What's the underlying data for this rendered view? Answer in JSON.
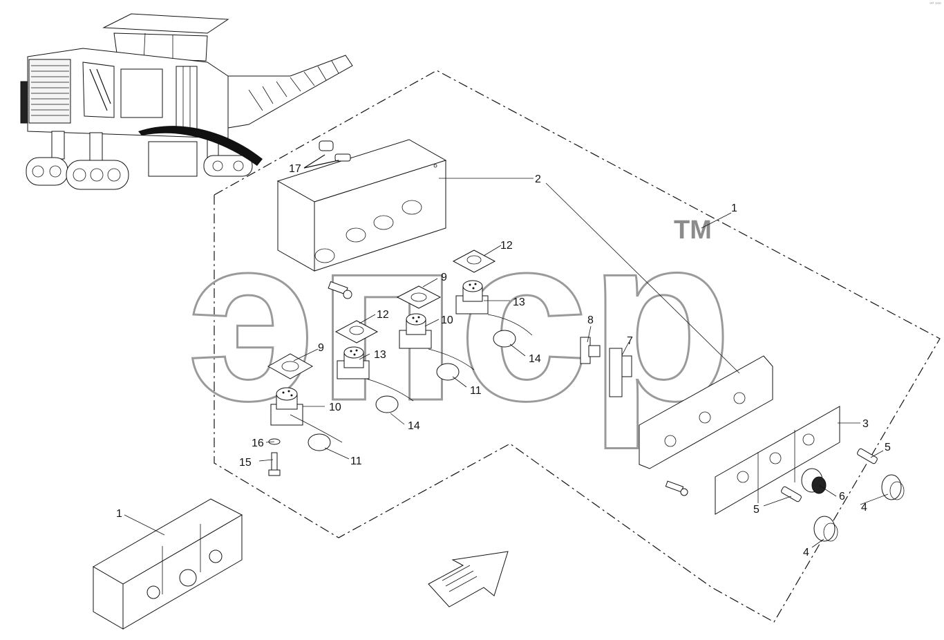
{
  "watermark": {
    "text": "эпср",
    "trademark": "TM"
  },
  "corner_mark": "ᵒ⁰ ᵒᵒᵒ",
  "callouts": [
    {
      "id": "c1a",
      "label": "1"
    },
    {
      "id": "c1b",
      "label": "1"
    },
    {
      "id": "c2",
      "label": "2"
    },
    {
      "id": "c3",
      "label": "3"
    },
    {
      "id": "c4a",
      "label": "4"
    },
    {
      "id": "c4b",
      "label": "4"
    },
    {
      "id": "c5a",
      "label": "5"
    },
    {
      "id": "c5b",
      "label": "5"
    },
    {
      "id": "c6",
      "label": "6"
    },
    {
      "id": "c7",
      "label": "7"
    },
    {
      "id": "c8",
      "label": "8"
    },
    {
      "id": "c9a",
      "label": "9"
    },
    {
      "id": "c9b",
      "label": "9"
    },
    {
      "id": "c10a",
      "label": "10"
    },
    {
      "id": "c10b",
      "label": "10"
    },
    {
      "id": "c11a",
      "label": "11"
    },
    {
      "id": "c11b",
      "label": "11"
    },
    {
      "id": "c12a",
      "label": "12"
    },
    {
      "id": "c12b",
      "label": "12"
    },
    {
      "id": "c13a",
      "label": "13"
    },
    {
      "id": "c13b",
      "label": "13"
    },
    {
      "id": "c14a",
      "label": "14"
    },
    {
      "id": "c14b",
      "label": "14"
    },
    {
      "id": "c15",
      "label": "15"
    },
    {
      "id": "c16",
      "label": "16"
    },
    {
      "id": "c17",
      "label": "17"
    }
  ],
  "icons": [
    "machine-illustration",
    "direction-arrow-icon",
    "connector-icon",
    "push-button-icon",
    "switch-icon"
  ]
}
